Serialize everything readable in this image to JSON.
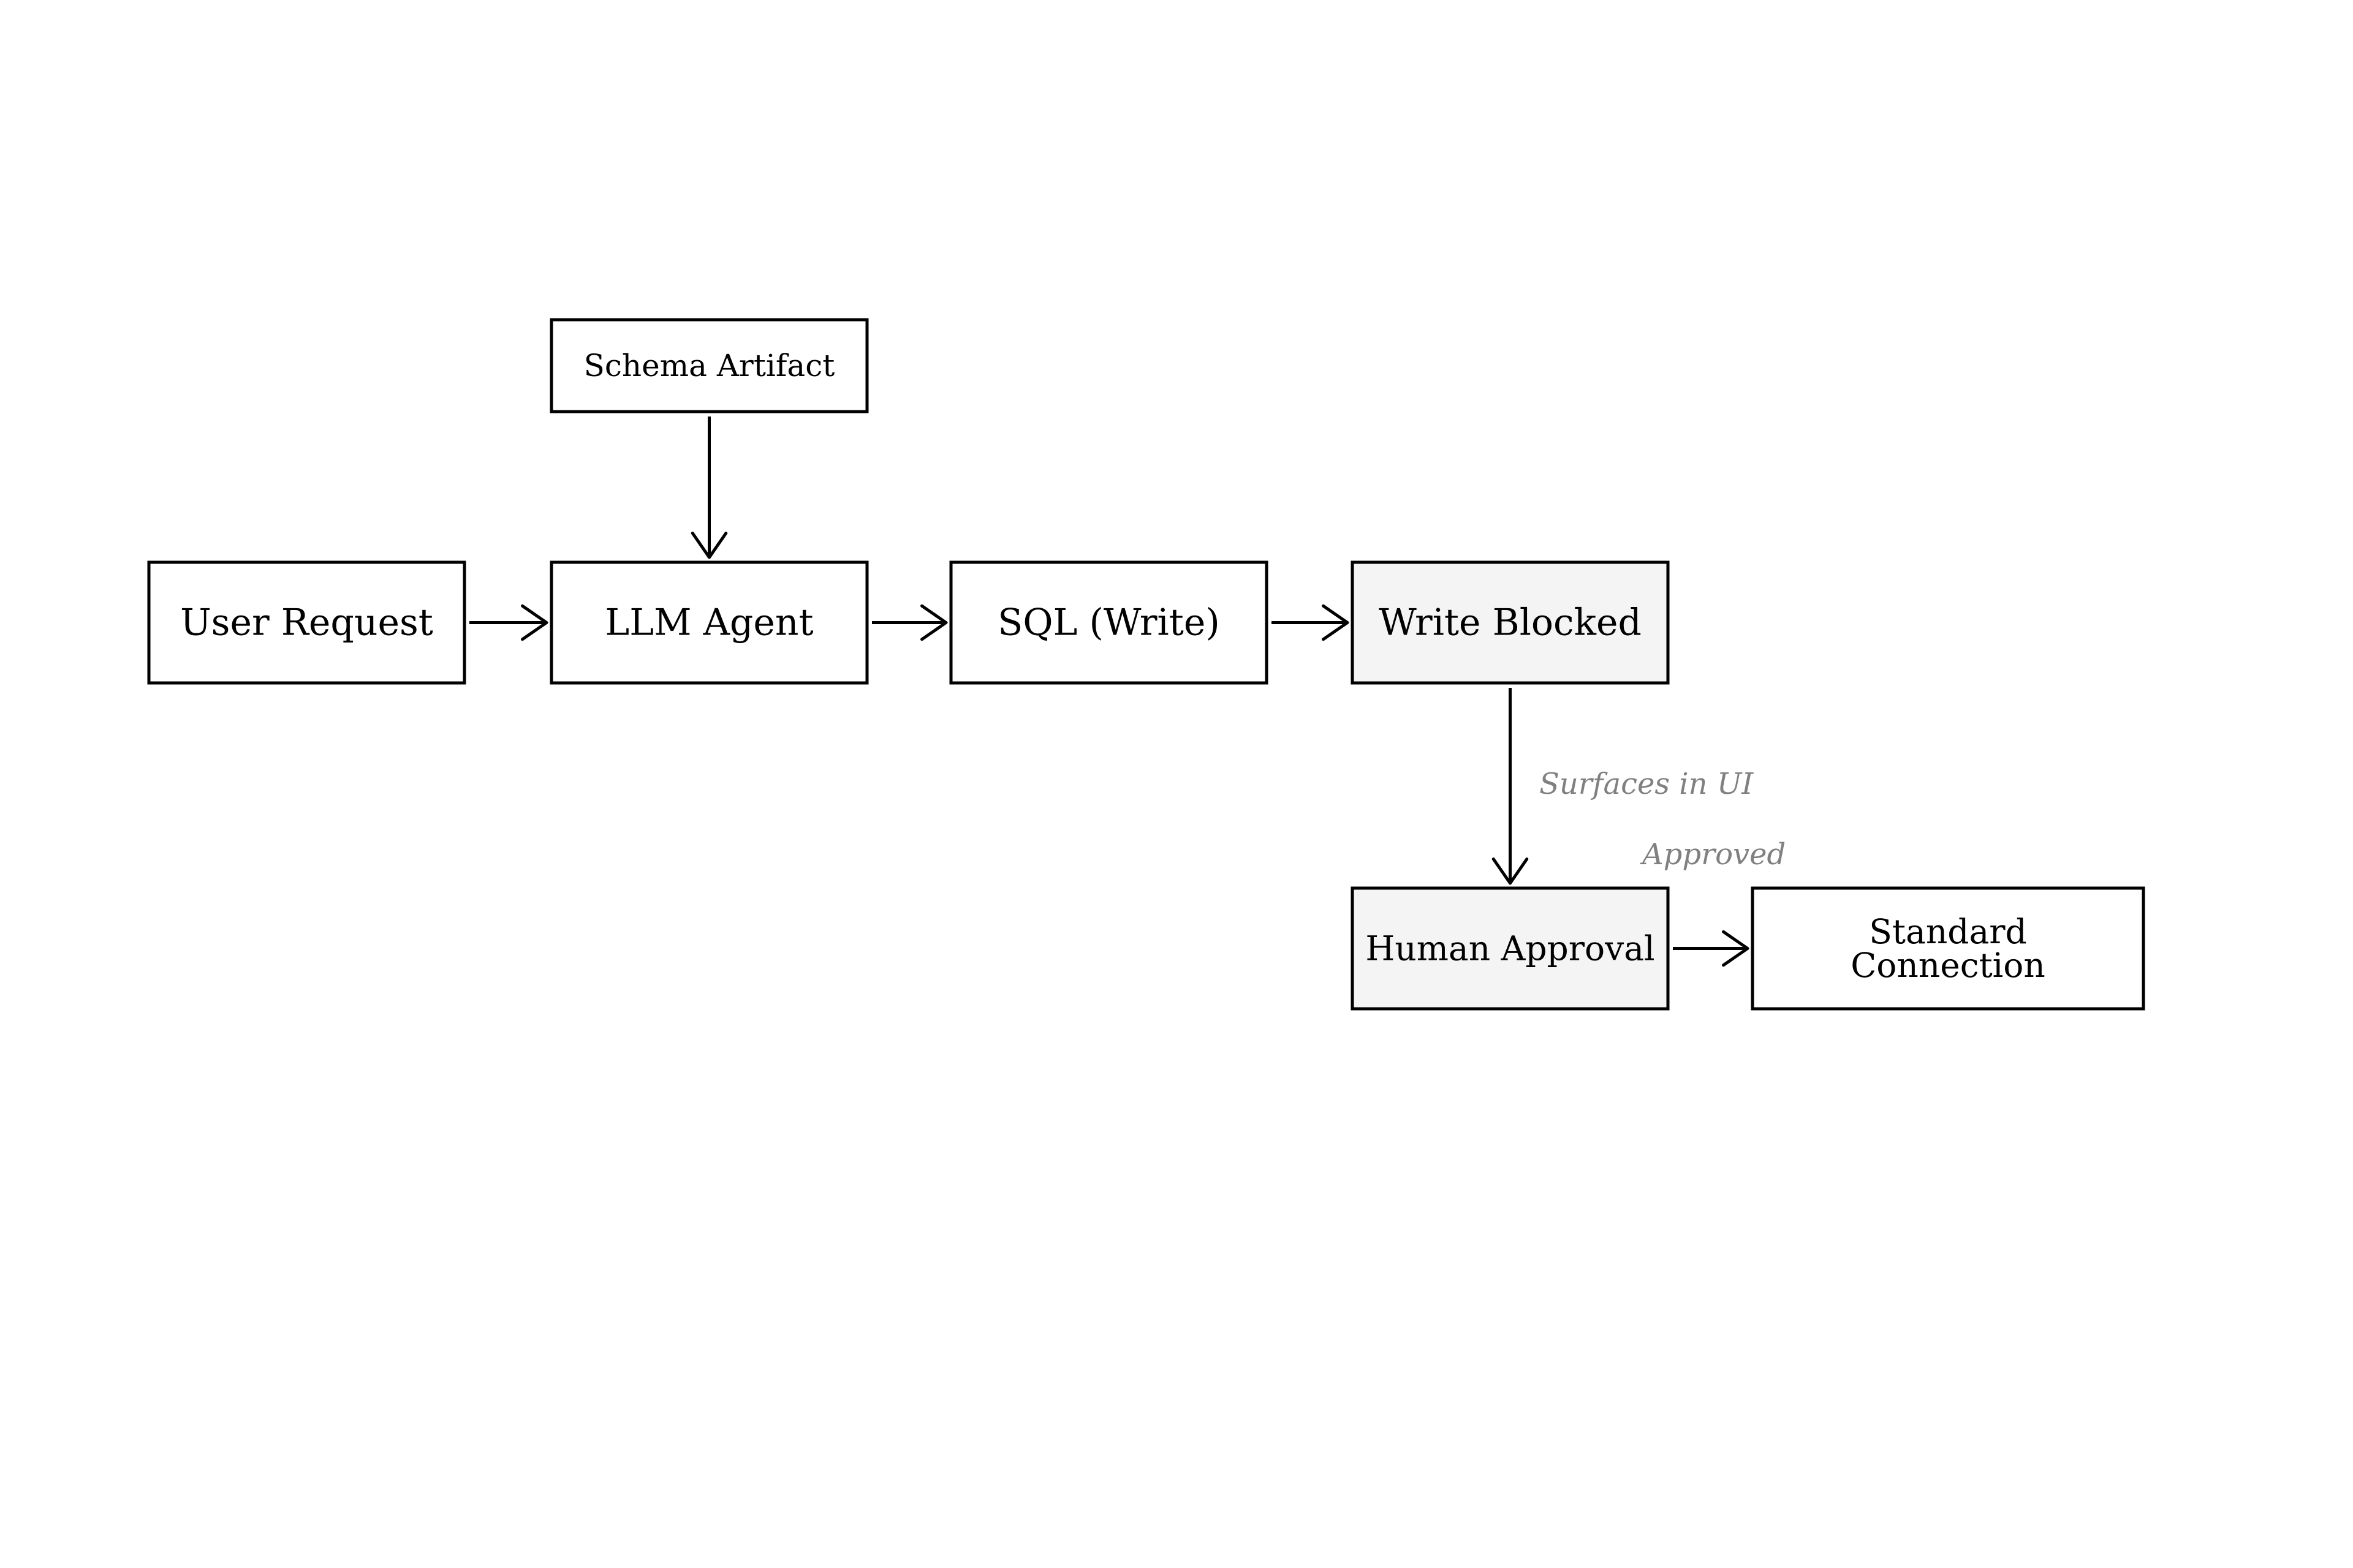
{
  "nodes": {
    "schema_artifact": {
      "label": [
        "Schema Artifact"
      ],
      "shaded": false
    },
    "user_request": {
      "label": [
        "User Request"
      ],
      "shaded": false
    },
    "llm_agent": {
      "label": [
        "LLM Agent"
      ],
      "shaded": false
    },
    "sql_write": {
      "label": [
        "SQL (Write)"
      ],
      "shaded": false
    },
    "write_blocked": {
      "label": [
        "Write Blocked"
      ],
      "shaded": true
    },
    "human_approval": {
      "label": [
        "Human Approval"
      ],
      "shaded": true
    },
    "standard_connection": {
      "label": [
        "Standard",
        "Connection"
      ],
      "shaded": false
    }
  },
  "edges": [
    {
      "from": "schema_artifact",
      "to": "llm_agent",
      "label": ""
    },
    {
      "from": "user_request",
      "to": "llm_agent",
      "label": ""
    },
    {
      "from": "llm_agent",
      "to": "sql_write",
      "label": ""
    },
    {
      "from": "sql_write",
      "to": "write_blocked",
      "label": ""
    },
    {
      "from": "write_blocked",
      "to": "human_approval",
      "label": "Surfaces in UI"
    },
    {
      "from": "human_approval",
      "to": "standard_connection",
      "label": "Approved"
    }
  ],
  "colors": {
    "box_fill": "#ffffff",
    "shaded_fill": "#f4f4f4",
    "stroke": "#000000",
    "edge_label": "#808080"
  }
}
